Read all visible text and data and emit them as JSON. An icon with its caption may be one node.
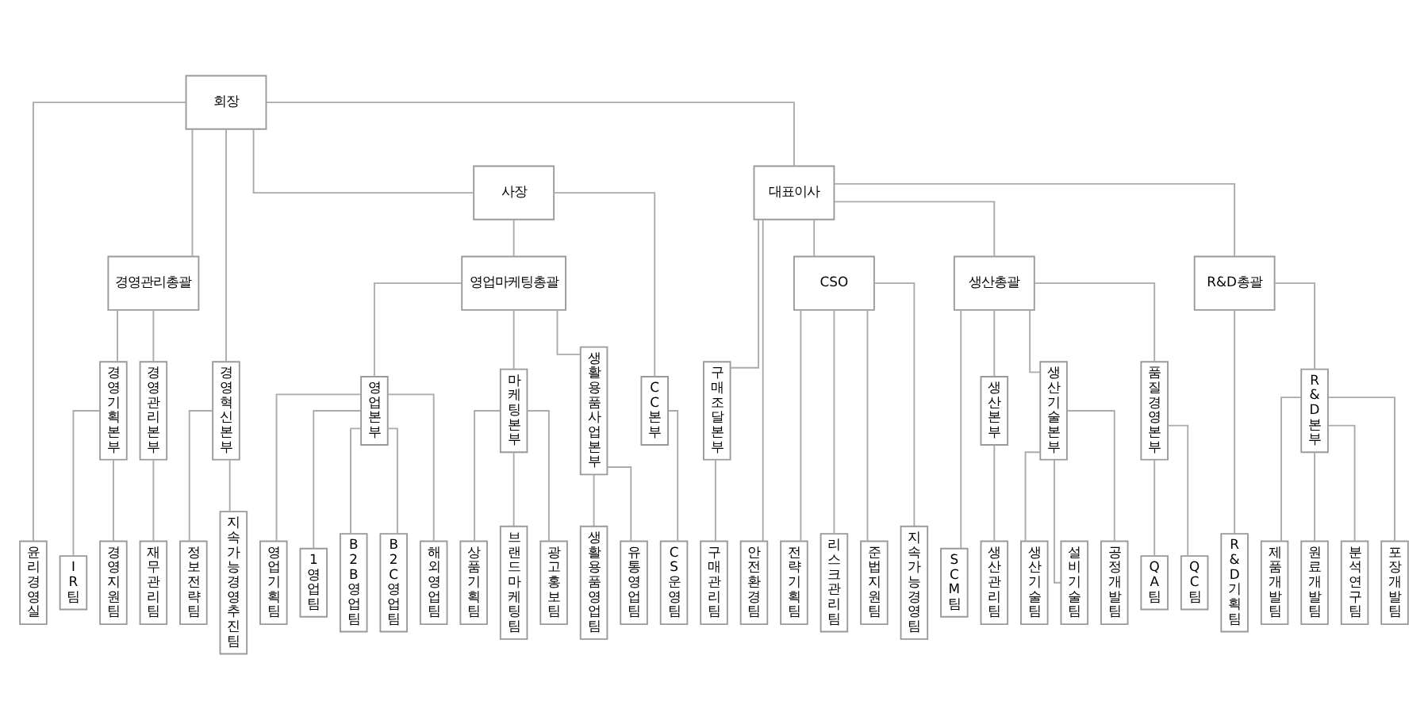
{
  "diagram": {
    "nodes": [
      {
        "text": [
          "회장"
        ]
      },
      {
        "text": [
          "사장"
        ]
      },
      {
        "text": [
          "대표이사"
        ]
      },
      {
        "text": [
          "경영관리총괄"
        ]
      },
      {
        "text": [
          "영업마케팅총괄"
        ]
      },
      {
        "text": [
          "CSO"
        ]
      },
      {
        "text": [
          "생산총괄"
        ]
      },
      {
        "text": [
          "R&D총괄"
        ]
      },
      {
        "text": [
          "경영기획본부"
        ]
      },
      {
        "text": [
          "경영관리본부"
        ]
      },
      {
        "text": [
          "경영혁신본부"
        ]
      },
      {
        "text": [
          "영업본부"
        ]
      },
      {
        "text": [
          "마케팅본부"
        ]
      },
      {
        "text": [
          "생활용품사업본부"
        ]
      },
      {
        "text": [
          "CC본부"
        ]
      },
      {
        "text": [
          "구매조달본부"
        ]
      },
      {
        "text": [
          "생산본부"
        ]
      },
      {
        "text": [
          "생산기술본부"
        ]
      },
      {
        "text": [
          "품질경영본부"
        ]
      },
      {
        "text": [
          "R&D본부"
        ]
      },
      {
        "text": [
          "윤리경영실"
        ]
      },
      {
        "text": [
          "IR팀"
        ]
      },
      {
        "text": [
          "경영지원팀"
        ]
      },
      {
        "text": [
          "재무관리팀"
        ]
      },
      {
        "text": [
          "정보전략팀"
        ]
      },
      {
        "text": [
          "지속가능경영추진팀"
        ]
      },
      {
        "text": [
          "영업기획팀"
        ]
      },
      {
        "text": [
          "1영업팀"
        ]
      },
      {
        "text": [
          "B2B영업팀"
        ]
      },
      {
        "text": [
          "B2C영업팀"
        ]
      },
      {
        "text": [
          "해외영업팀"
        ]
      },
      {
        "text": [
          "상품기획팀"
        ]
      },
      {
        "text": [
          "브랜드마케팅팀"
        ]
      },
      {
        "text": [
          "광고홍보팀"
        ]
      },
      {
        "text": [
          "생활용품영업팀"
        ]
      },
      {
        "text": [
          "유통영업팀"
        ]
      },
      {
        "text": [
          "CS운영팀"
        ]
      },
      {
        "text": [
          "구매관리팀"
        ]
      },
      {
        "text": [
          "안전환경팀"
        ]
      },
      {
        "text": [
          "전략기획팀"
        ]
      },
      {
        "text": [
          "리스크관리팀"
        ]
      },
      {
        "text": [
          "준법지원팀"
        ]
      },
      {
        "text": [
          "지속가능경영팀"
        ]
      },
      {
        "text": [
          "SCM팀"
        ]
      },
      {
        "text": [
          "생산관리팀"
        ]
      },
      {
        "text": [
          "생산기술팀"
        ]
      },
      {
        "text": [
          "설비기술팀"
        ]
      },
      {
        "text": [
          "공정개발팀"
        ]
      },
      {
        "text": [
          "QA팀"
        ]
      },
      {
        "text": [
          "QC팀"
        ]
      },
      {
        "text": [
          "R&D기획팀"
        ]
      },
      {
        "text": [
          "제품개발팀"
        ]
      },
      {
        "text": [
          "원료개발팀"
        ]
      },
      {
        "text": [
          "분석연구팀"
        ]
      },
      {
        "text": [
          "포장개발팀"
        ]
      }
    ],
    "edges": [
      {
        "from": 0,
        "to": 20,
        "arrow": "none"
      },
      {
        "from": 0,
        "to": 3,
        "arrow": "none"
      },
      {
        "from": 0,
        "to": 10,
        "arrow": "none"
      },
      {
        "from": 0,
        "to": 1,
        "arrow": "none"
      },
      {
        "from": 0,
        "to": 2,
        "arrow": "none"
      },
      {
        "from": 1,
        "to": 4,
        "arrow": "none"
      },
      {
        "from": 1,
        "to": 14,
        "arrow": "none"
      },
      {
        "from": 2,
        "to": 15,
        "arrow": "none"
      },
      {
        "from": 2,
        "to": 38,
        "arrow": "none"
      },
      {
        "from": 2,
        "to": 5,
        "arrow": "none"
      },
      {
        "from": 2,
        "to": 6,
        "arrow": "none"
      },
      {
        "from": 2,
        "to": 7,
        "arrow": "none"
      },
      {
        "from": 3,
        "to": 8,
        "arrow": "none"
      },
      {
        "from": 3,
        "to": 9,
        "arrow": "none"
      },
      {
        "from": 4,
        "to": 11,
        "arrow": "none"
      },
      {
        "from": 4,
        "to": 12,
        "arrow": "none"
      },
      {
        "from": 4,
        "to": 13,
        "arrow": "none"
      },
      {
        "from": 5,
        "to": 39,
        "arrow": "none"
      },
      {
        "from": 5,
        "to": 40,
        "arrow": "none"
      },
      {
        "from": 5,
        "to": 41,
        "arrow": "none"
      },
      {
        "from": 5,
        "to": 42,
        "arrow": "none"
      },
      {
        "from": 6,
        "to": 43,
        "arrow": "none"
      },
      {
        "from": 6,
        "to": 16,
        "arrow": "none"
      },
      {
        "from": 6,
        "to": 17,
        "arrow": "none"
      },
      {
        "from": 6,
        "to": 18,
        "arrow": "none"
      },
      {
        "from": 7,
        "to": 50,
        "arrow": "none"
      },
      {
        "from": 7,
        "to": 19,
        "arrow": "none"
      },
      {
        "from": 8,
        "to": 21,
        "arrow": "none"
      },
      {
        "from": 8,
        "to": 22,
        "arrow": "none"
      },
      {
        "from": 9,
        "to": 23,
        "arrow": "none"
      },
      {
        "from": 10,
        "to": 24,
        "arrow": "none"
      },
      {
        "from": 10,
        "to": 25,
        "arrow": "none"
      },
      {
        "from": 11,
        "to": 26,
        "arrow": "none"
      },
      {
        "from": 11,
        "to": 27,
        "arrow": "none"
      },
      {
        "from": 11,
        "to": 28,
        "arrow": "none"
      },
      {
        "from": 11,
        "to": 29,
        "arrow": "none"
      },
      {
        "from": 11,
        "to": 30,
        "arrow": "none"
      },
      {
        "from": 12,
        "to": 31,
        "arrow": "none"
      },
      {
        "from": 12,
        "to": 32,
        "arrow": "none"
      },
      {
        "from": 12,
        "to": 33,
        "arrow": "none"
      },
      {
        "from": 13,
        "to": 34,
        "arrow": "none"
      },
      {
        "from": 13,
        "to": 35,
        "arrow": "none"
      },
      {
        "from": 14,
        "to": 36,
        "arrow": "none"
      },
      {
        "from": 15,
        "to": 37,
        "arrow": "none"
      },
      {
        "from": 16,
        "to": 44,
        "arrow": "none"
      },
      {
        "from": 17,
        "to": 45,
        "arrow": "none"
      },
      {
        "from": 17,
        "to": 46,
        "arrow": "none"
      },
      {
        "from": 17,
        "to": 47,
        "arrow": "none"
      },
      {
        "from": 18,
        "to": 48,
        "arrow": "none"
      },
      {
        "from": 18,
        "to": 49,
        "arrow": "none"
      },
      {
        "from": 19,
        "to": 51,
        "arrow": "none"
      },
      {
        "from": 19,
        "to": 52,
        "arrow": "none"
      },
      {
        "from": 19,
        "to": 53,
        "arrow": "none"
      },
      {
        "from": 19,
        "to": 54,
        "arrow": "none"
      }
    ]
  }
}
